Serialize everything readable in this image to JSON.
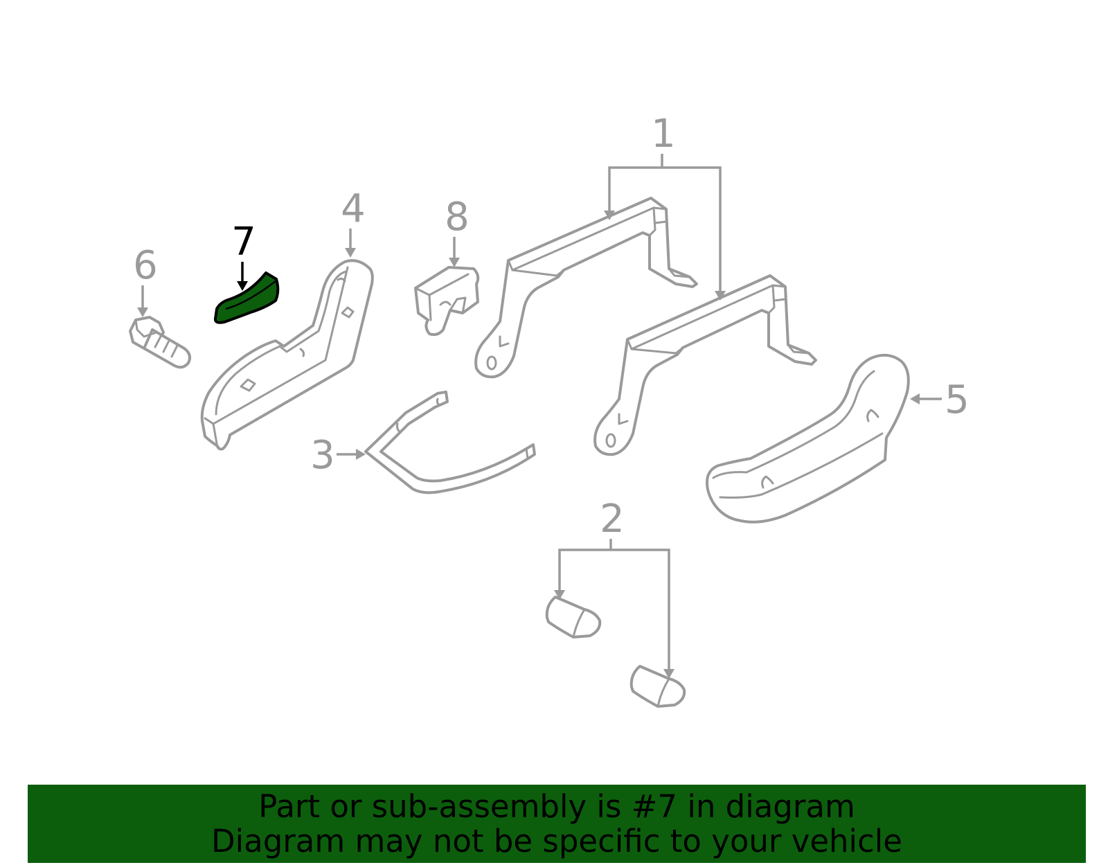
{
  "callouts": {
    "part_1": "1",
    "part_2": "2",
    "part_3": "3",
    "part_4": "4",
    "part_5": "5",
    "part_6": "6",
    "part_7": "7",
    "part_8": "8"
  },
  "highlighted_part": "7",
  "colors": {
    "highlight_fill": "#0c5e0c",
    "banner_background": "#0c5e0c",
    "line_gray": "#9a9a9a",
    "active_callout": "#000000"
  },
  "banner": {
    "line1": "Part or sub-assembly is #7 in diagram",
    "line2": "Diagram may not be specific to your vehicle"
  }
}
